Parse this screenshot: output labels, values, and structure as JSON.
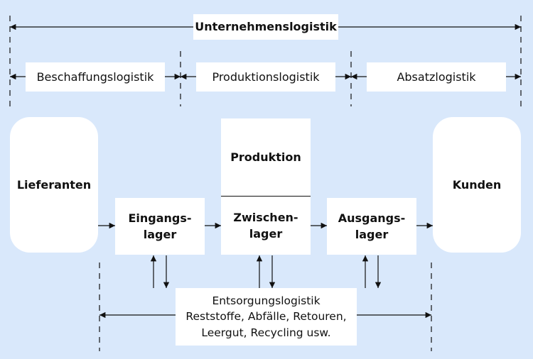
{
  "scope": {
    "top": "Unternehmenslogistik",
    "sub": [
      "Beschaffungslogistik",
      "Produktionslogistik",
      "Absatzlogistik"
    ]
  },
  "nodes": {
    "suppliers": "Lieferanten",
    "customers": "Kunden",
    "production": "Produktion",
    "incoming_store": "Eingangs-\nlager",
    "intermediate_store": "Zwischen-\nlager",
    "outgoing_store": "Ausgangs-\nlager"
  },
  "disposal": {
    "text": "Entsorgungslogistik\nReststoffe, Abfälle, Retouren,\nLeergut, Recycling usw."
  },
  "colors": {
    "background": "#d9e8fb",
    "box": "#ffffff",
    "line": "#111111"
  }
}
